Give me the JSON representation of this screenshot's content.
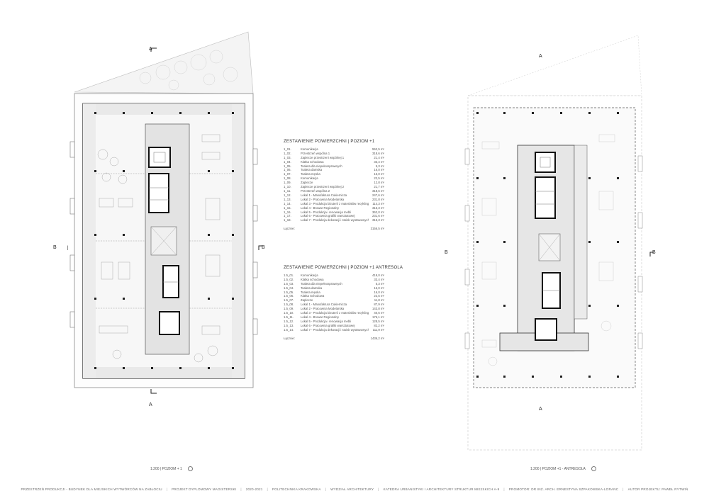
{
  "left_plan": {
    "label_a_top": "A",
    "label_a_bottom": "A",
    "label_b_left": "B",
    "label_b_right": "B",
    "scale_text": "1:200 | POZIOM + 1"
  },
  "right_plan": {
    "label_a_top": "A",
    "label_a_bottom": "A",
    "label_b_left": "B",
    "label_b_right": "B",
    "scale_text": "1:200 | POZIOM +1 - ANTRESOLA"
  },
  "schedule_1": {
    "title": "ZESTAWIENIE POWIERZCHNI | POZIOM +1",
    "rows": [
      {
        "code": "1_01.",
        "name": "Komunikacja",
        "area": "552,5 m²"
      },
      {
        "code": "1_02.",
        "name": "Przestrzeń wspólna 1",
        "area": "318,6 m²"
      },
      {
        "code": "1_03.",
        "name": "Zaplecze przestrzeni wspólnej 1",
        "area": "21,4 m²"
      },
      {
        "code": "1_04.",
        "name": "Klatka schodowa",
        "area": "33,4 m²"
      },
      {
        "code": "1_05.",
        "name": "Toaleta dla niepełnosprawnych",
        "area": "5,3 m²"
      },
      {
        "code": "1_06.",
        "name": "Toaleta damska",
        "area": "16,0 m²"
      },
      {
        "code": "1_07.",
        "name": "Toaleta męska",
        "area": "16,0 m²"
      },
      {
        "code": "1_08.",
        "name": "Komunikacja",
        "area": "22,5 m²"
      },
      {
        "code": "1_09.",
        "name": "Zaplecze",
        "area": "12,8 m²"
      },
      {
        "code": "1_10.",
        "name": "Zaplecze przestrzeni wspólnej 2",
        "area": "21,7 m²"
      },
      {
        "code": "1_11.",
        "name": "Przestrzeń wspólna 2",
        "area": "318,6 m²"
      },
      {
        "code": "1_12.",
        "name": "Lokal 1 - Manufaktura Cukiernicza",
        "area": "247,6 m²"
      },
      {
        "code": "1_13.",
        "name": "Lokal 2 - Pracownia Modelarska",
        "area": "231,8 m²"
      },
      {
        "code": "1_14.",
        "name": "Lokal 3 - Produkcja bizuterii z materiałów recyklingowych",
        "area": "114,3 m²"
      },
      {
        "code": "1_15.",
        "name": "Lokal 4 - Browar Regionalny",
        "area": "315,3 m²"
      },
      {
        "code": "1_16.",
        "name": "Lokal 5 - Produkcja i renowacja mebli",
        "area": "362,0 m²"
      },
      {
        "code": "1_17.",
        "name": "Lokal 6 - Pracownia grafiki warsztatowej",
        "area": "231,6 m²"
      },
      {
        "code": "1_18.",
        "name": "Lokal 7 - Produkcja dekoracji i stoisk wystawowych",
        "area": "315,3 m²"
      }
    ],
    "total_label": "Łącznie:",
    "total_value": "3156,5 m²"
  },
  "schedule_2": {
    "title": "ZESTAWIENIE POWIERZCHNI | POZIOM +1 ANTRESOLA",
    "rows": [
      {
        "code": "1.5_01.",
        "name": "Komunikacja",
        "area": "419,0 m²"
      },
      {
        "code": "1.5_02.",
        "name": "Klatka schodowa",
        "area": "33,4 m²"
      },
      {
        "code": "1.5_03.",
        "name": "Toaleta dla niepełnosprawnych",
        "area": "5,3 m²"
      },
      {
        "code": "1.5_04.",
        "name": "Toaleta damska",
        "area": "16,0 m²"
      },
      {
        "code": "1.5_05.",
        "name": "Toaleta męska",
        "area": "16,0 m²"
      },
      {
        "code": "1.5_06.",
        "name": "Klatka Schodowa",
        "area": "22,5 m²"
      },
      {
        "code": "1.5_07.",
        "name": "Zaplecze",
        "area": "11,8 m²"
      },
      {
        "code": "1.5_08.",
        "name": "Lokal 1 - Manufaktura Cukiernicza",
        "area": "87,9 m²"
      },
      {
        "code": "1.5_09.",
        "name": "Lokal 2 - Pracownia Modelarska",
        "area": "143,8 m²"
      },
      {
        "code": "1.5_10.",
        "name": "Lokal 3 - Produkcja bizuterii z materiałów recyklingowych",
        "area": "40,6 m²"
      },
      {
        "code": "1.5_11.",
        "name": "Lokal 4 - Browar Regionalny",
        "area": "176,1 m²"
      },
      {
        "code": "1.5_12.",
        "name": "Lokal 5 - Produkcja i renowacja mebli",
        "area": "128,5 m²"
      },
      {
        "code": "1.5_13.",
        "name": "Lokal 6 - Pracownia grafiki warsztatowej",
        "area": "82,2 m²"
      },
      {
        "code": "1.5_14.",
        "name": "Lokal 7 - Produkcja dekoracji i stoisk wystawowych",
        "area": "111,9 m²"
      }
    ],
    "total_label": "Łącznie:",
    "total_value": "1436,2 m²"
  },
  "footer": {
    "items": [
      "PRZESTRZEŃ PRODUKCJI - BUDYNEK DLA MIEJSKICH WYTWÓRCÓW NA ZABŁOCIU",
      "PROJEKT DYPLOMOWY MAGISTERSKI",
      "2020-2021",
      "POLITECHNIKA KRAKOWSKA",
      "WYDZIAŁ ARCHITEKTURY",
      "KATEDRA URBANISTYKI I ARCHITEKTURY STRUKTUR MIEJSKICH A-9",
      "PROMOTOR: DR INŻ. ARCH. ERNESTYNA SZPAKOWSKA-LORANC",
      "AUTOR PROJEKTU: PAWEŁ RYTWIŃ"
    ]
  }
}
